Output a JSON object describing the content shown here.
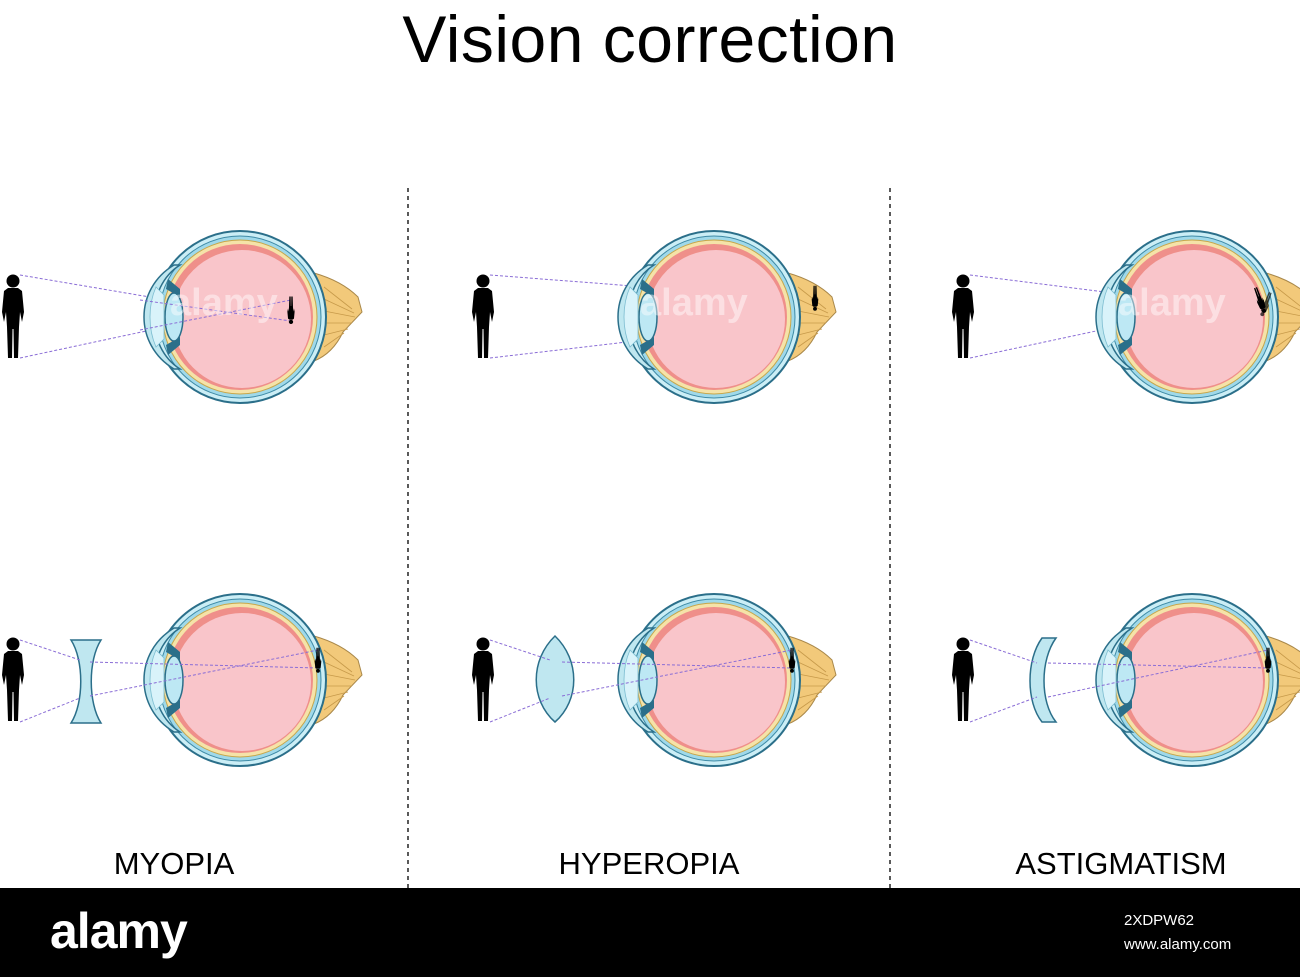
{
  "title": "Vision correction",
  "sections": [
    {
      "label": "MYOPIA"
    },
    {
      "label": "HYPEROPIA"
    },
    {
      "label": "ASTIGMATISM"
    }
  ],
  "colors": {
    "vitreous": "#f9c5ca",
    "retina": "#ef8f8a",
    "sclera": "#bfe7f0",
    "choroid": "#f5e3a8",
    "cornea": "#a9e1ef",
    "lens": "#bde8f4",
    "nerve": "#f2c97a",
    "ray": "#8a6dd6",
    "figure": "#000000",
    "footer": "#000000"
  },
  "footer": {
    "brand": "alamy",
    "image_id": "2XDPW62",
    "url": "www.alamy.com"
  },
  "watermark": "alamy"
}
